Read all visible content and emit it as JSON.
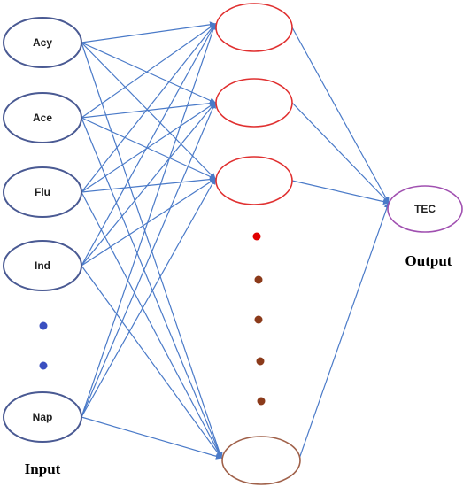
{
  "diagram": {
    "input_nodes": [
      "Acy",
      "Ace",
      "Flu",
      "Ind",
      "Nap"
    ],
    "output_node": "TEC",
    "input_caption": "Input",
    "output_caption": "Output",
    "hidden_visible_count": 4,
    "colors": {
      "input_node": "#4a5a93",
      "hidden_node": "#e03030",
      "last_hidden_node": "#a0614a",
      "output_node": "#a050b0",
      "connection": "#4a7ac8",
      "input_ellipsis_dot": "#3a4fc0",
      "hidden_ellipsis_first": "#e00000",
      "hidden_ellipsis_rest": "#8b3a1a"
    }
  }
}
